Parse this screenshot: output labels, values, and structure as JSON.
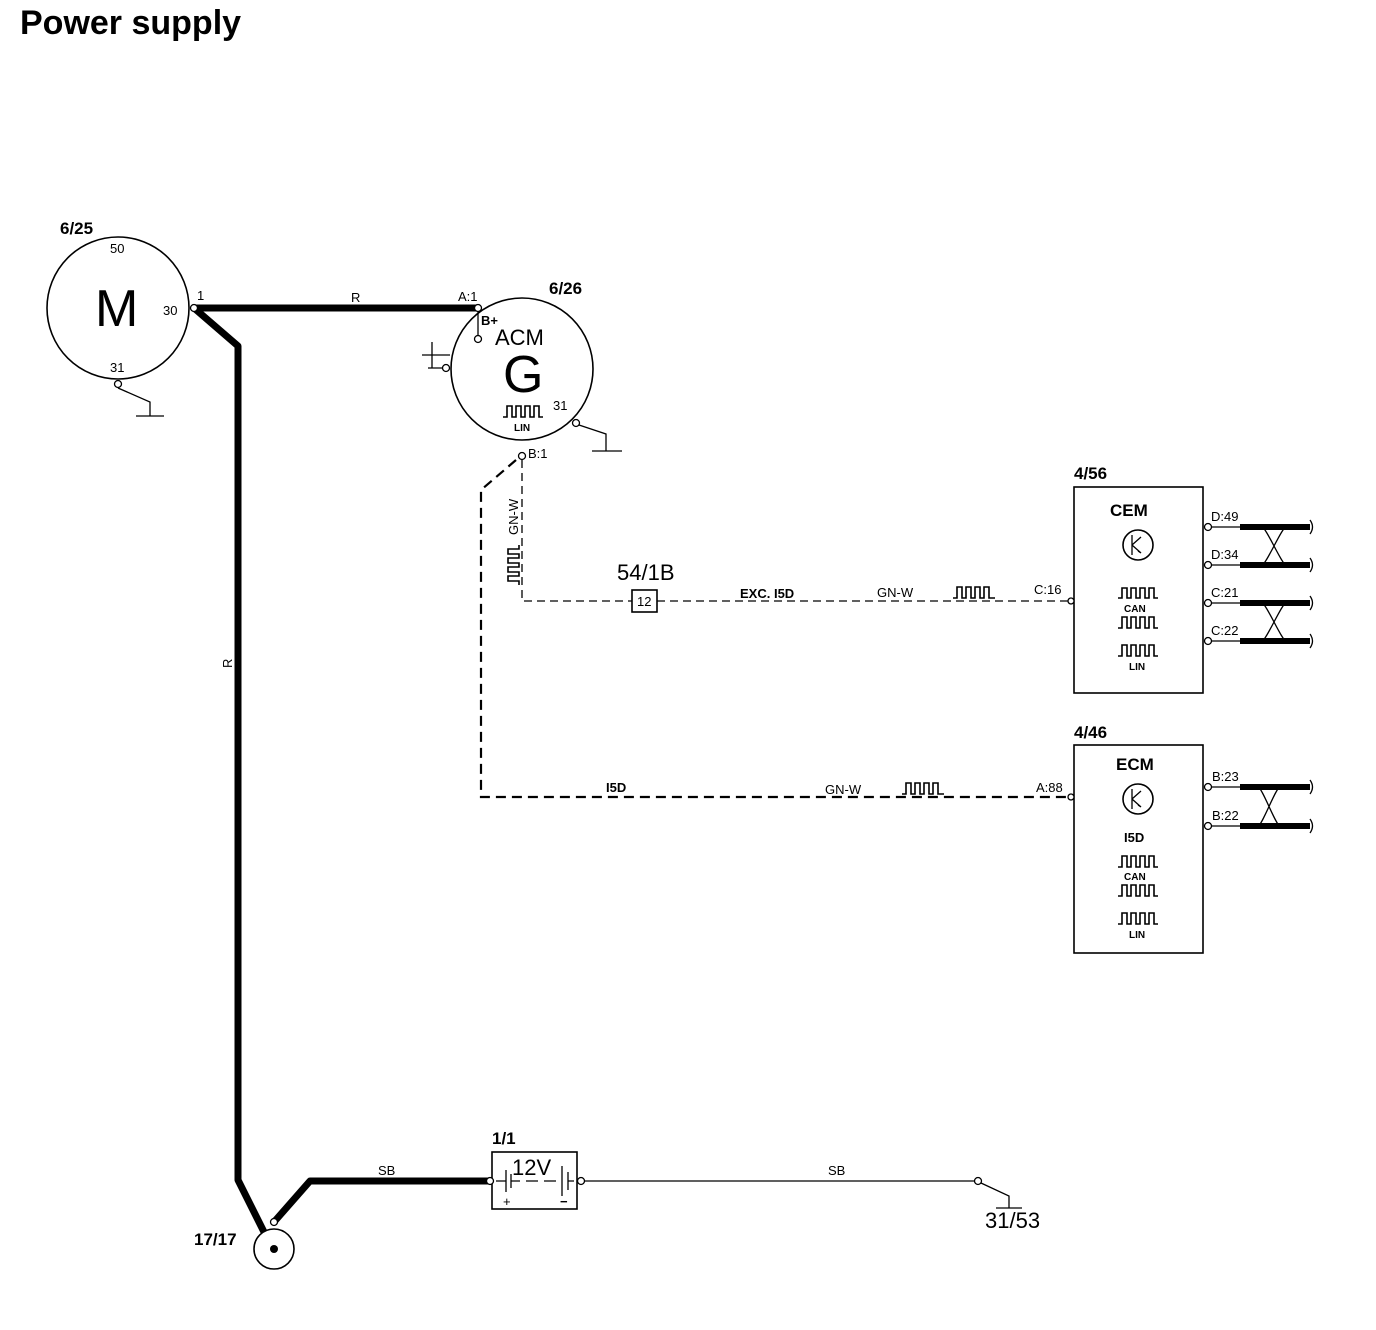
{
  "title": "Power supply",
  "starter": {
    "ref": "6/25",
    "symbol": "M",
    "pin_50": "50",
    "pin_30": "30",
    "pin_31": "31",
    "pin_1": "1"
  },
  "alternator": {
    "ref": "6/26",
    "name": "ACM",
    "symbol": "G",
    "pin_a1": "A:1",
    "pin_bplus": "B+",
    "pin_31": "31",
    "pin_b1": "B:1",
    "lin": "LIN"
  },
  "connector": {
    "ref": "54/1B",
    "pin": "12"
  },
  "cem": {
    "ref": "4/56",
    "name": "CEM",
    "pins": [
      "D:49",
      "D:34",
      "C:21",
      "C:22",
      "C:16"
    ],
    "can": "CAN",
    "lin": "LIN"
  },
  "ecm": {
    "ref": "4/46",
    "name": "ECM",
    "pins": [
      "B:23",
      "B:22",
      "A:88"
    ],
    "i5d": "I5D",
    "can": "CAN",
    "lin": "LIN"
  },
  "battery": {
    "ref": "1/1",
    "voltage": "12V",
    "plus": "+",
    "minus": "−"
  },
  "ground_point": {
    "ref": "17/17"
  },
  "ground_ref": "31/53",
  "wires": {
    "r_top": "R",
    "r_vert": "R",
    "gnw_vert": "GN-W",
    "exc_i5d": "EXC. I5D",
    "gnw_exc": "GN-W",
    "i5d": "I5D",
    "gnw_i5d": "GN-W",
    "sb_left": "SB",
    "sb_right": "SB"
  }
}
